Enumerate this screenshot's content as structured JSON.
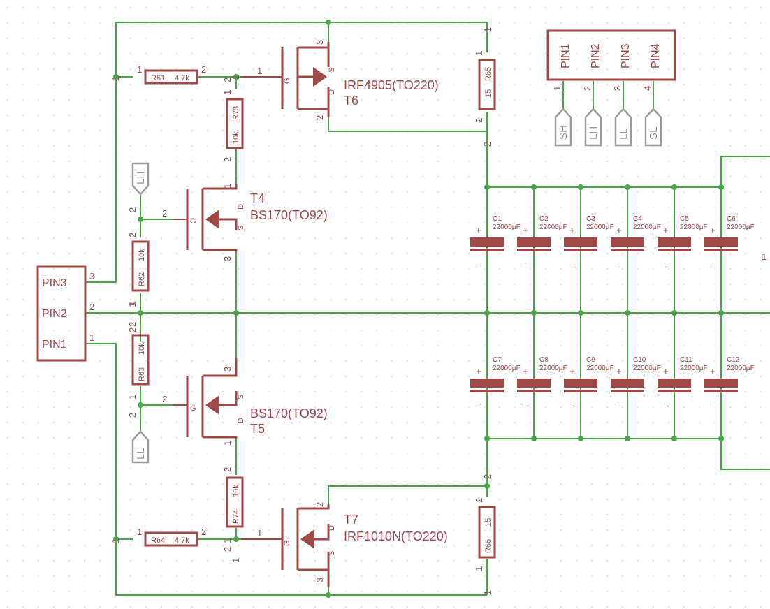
{
  "transistors": {
    "T6": {
      "ref": "T6",
      "value": "IRF4905(TO220)",
      "gate_pin": "1",
      "source_pin": "3",
      "drain_pin": "2",
      "g": "G",
      "s": "S",
      "d": "D"
    },
    "T4": {
      "ref": "T4",
      "value": "BS170(TO92)",
      "gate_pin": "2",
      "drain_pin": "1",
      "source_pin": "3",
      "g": "G",
      "s": "S",
      "d": "D"
    },
    "T5": {
      "ref": "T5",
      "value": "BS170(TO92)",
      "gate_pin": "2",
      "drain_pin": "1",
      "source_pin": "3",
      "g": "G",
      "s": "S",
      "d": "D"
    },
    "T7": {
      "ref": "T7",
      "value": "IRF1010N(TO220)",
      "gate_pin": "1",
      "drain_pin": "2",
      "source_pin": "3",
      "g": "G",
      "s": "S",
      "d": "D"
    }
  },
  "resistors": {
    "R61": {
      "ref": "R61",
      "value": "4,7k",
      "p1": "1",
      "p2": "2"
    },
    "R64": {
      "ref": "R64",
      "value": "4,7k",
      "p1": "1",
      "p2": "2"
    },
    "R73": {
      "ref": "R73",
      "value": "10k",
      "p1": "1",
      "p2": "2"
    },
    "R74": {
      "ref": "R74",
      "value": "10k",
      "p1": "1",
      "p2": "2"
    },
    "R62": {
      "ref": "R62",
      "value": "10k",
      "p1": "1",
      "p2": "2"
    },
    "R63": {
      "ref": "R63",
      "value": "10k",
      "p1": "1",
      "p2": "2"
    },
    "R65": {
      "ref": "R65",
      "value": "15",
      "p1": "1",
      "p2": "2"
    },
    "R66": {
      "ref": "R66",
      "value": "15",
      "p1": "1",
      "p2": "2"
    }
  },
  "capacitors_top": [
    {
      "ref": "C1",
      "value": "22000µF"
    },
    {
      "ref": "C2",
      "value": "22000µF"
    },
    {
      "ref": "C3",
      "value": "22000µF"
    },
    {
      "ref": "C4",
      "value": "22000µF"
    },
    {
      "ref": "C5",
      "value": "22000µF"
    },
    {
      "ref": "C6",
      "value": "22000µF"
    }
  ],
  "capacitors_bottom": [
    {
      "ref": "C7",
      "value": "22000µF"
    },
    {
      "ref": "C8",
      "value": "22000µF"
    },
    {
      "ref": "C9",
      "value": "22000µF"
    },
    {
      "ref": "C10",
      "value": "22000µF"
    },
    {
      "ref": "C11",
      "value": "22000µF"
    },
    {
      "ref": "C12",
      "value": "22000µF"
    }
  ],
  "cap_plus": "+",
  "cap_minus": "-",
  "left_connector": {
    "pins": [
      "PIN3",
      "PIN2",
      "PIN1"
    ],
    "numbers": [
      "3",
      "2",
      "1"
    ]
  },
  "top_connector": {
    "pins": [
      "PIN1",
      "PIN2",
      "PIN3",
      "PIN4"
    ],
    "numbers": [
      "1",
      "2",
      "3",
      "4"
    ]
  },
  "net_flags": {
    "top": [
      "SH",
      "LH",
      "LL",
      "SL"
    ],
    "t4_gate": "LH",
    "t5_gate": "LL"
  },
  "edge_label": "1",
  "colors": {
    "wire": "#4aa54a",
    "part": "#a04848",
    "flag": "#9a9a9a",
    "grid": "#d4d4d4"
  }
}
